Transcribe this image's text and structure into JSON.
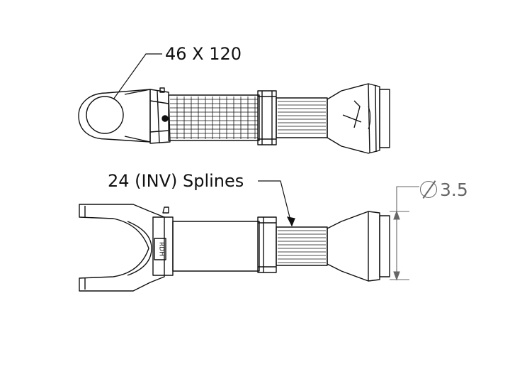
{
  "labels": {
    "eye_callout": "46 X 120",
    "splines_callout": "24 (INV) Splines",
    "diameter_value": "3.5"
  },
  "stamp": "RDH",
  "colors": {
    "line": "#111111",
    "dimension": "#666666",
    "background": "#ffffff"
  }
}
